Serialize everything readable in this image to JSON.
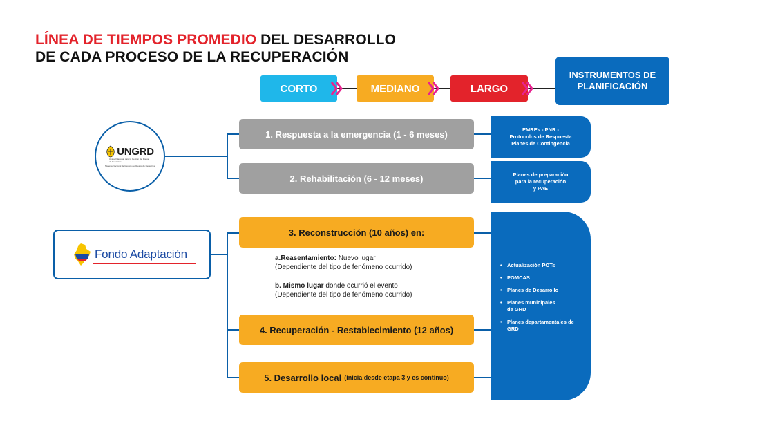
{
  "title": {
    "highlight": "LÍNEA DE TIEMPOS PROMEDIO",
    "rest_line1": " DEL DESARROLLO",
    "line2": "DE CADA PROCESO DE LA RECUPERACIÓN"
  },
  "timeline": {
    "corto": "CORTO",
    "mediano": "MEDIANO",
    "largo": "LARGO",
    "instrumentos": "INSTRUMENTOS DE PLANIFICACIÓN"
  },
  "logos": {
    "ungrd": "UNGRD",
    "ungrd_sub": "Unidad Nacional para la Gestión del Riesgo de Desastres",
    "ungrd_sub2": "Sistema Nacional de Gestión del Riesgo de Desastres",
    "fondo": "Fondo Adaptación"
  },
  "processes": {
    "p1": "1. Respuesta a la emergencia (1 - 6 meses)",
    "p2": "2. Rehabilitación (6 - 12 meses)",
    "p3": "3. Reconstrucción (10 años) en:",
    "p3a_bold": "a.Reasentamiento:",
    "p3a_rest": " Nuevo lugar",
    "p3a_line2": "(Dependiente del tipo de fenómeno ocurrido)",
    "p3b_bold": "b. Mismo lugar",
    "p3b_rest": " donde ocurrió el evento",
    "p3b_line2": "(Dependiente del tipo de fenómeno ocurrido)",
    "p4": "4. Recuperación - Restablecimiento (12 años)",
    "p5": "5. Desarrollo local",
    "p5_small": "(inicia desde etapa 3 y es continuo)"
  },
  "instruments": {
    "i1_l1": "EMREs - PNR -",
    "i1_l2": "Protocolos de Respuesta",
    "i1_l3": "Planes de Contingencia",
    "i2_l1": "Planes de preparación",
    "i2_l2": "para la recuperación",
    "i2_l3": "y PAE",
    "list": [
      "Actualización POTs",
      "POMCAS",
      "Planes de Desarrollo",
      "Planes municipales de GRD",
      "Planes departamentales de GRD"
    ]
  },
  "colors": {
    "corto": "#1fb7ea",
    "mediano": "#f7ab22",
    "largo": "#e3232b",
    "blue": "#0a6bbd",
    "gray": "#a0a0a0",
    "chevron": "#e8238f"
  }
}
